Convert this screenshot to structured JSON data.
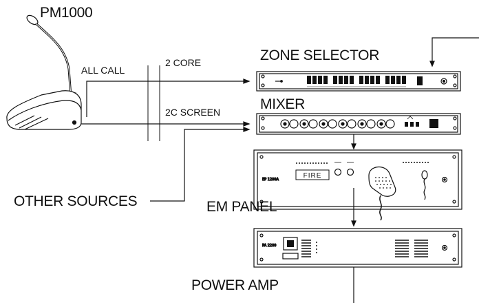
{
  "labels": {
    "microphone": "PM1000",
    "all_call": "ALL CALL",
    "two_core": "2 CORE",
    "two_c_screen": "2C SCREEN",
    "zone_selector": "ZONE SELECTOR",
    "mixer": "MIXER",
    "other_sources": "OTHER SOURCES",
    "em_panel": "EM PANEL",
    "power_amp": "POWER AMP"
  },
  "panel_text": {
    "fire": "FIRE",
    "em_model": "EP 1200A",
    "amp_model": "PA 2200"
  },
  "colors": {
    "line": "#111111",
    "panel_fill": "#ffffff"
  }
}
